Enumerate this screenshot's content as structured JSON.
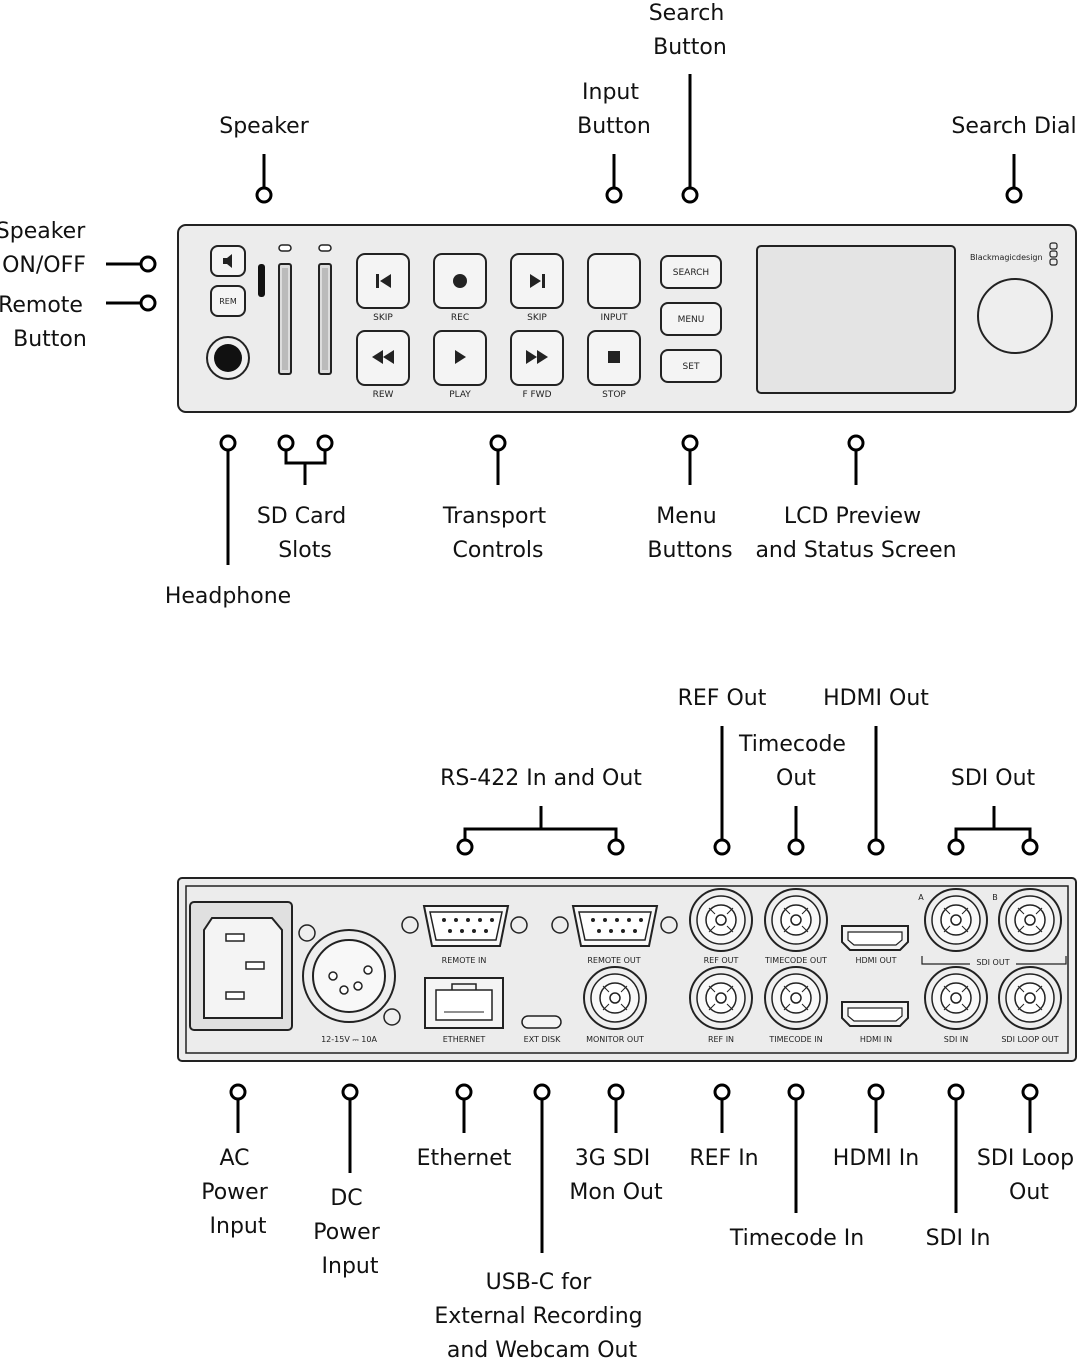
{
  "front": {
    "device": {
      "brand": "Blackmagicdesign",
      "buttons": {
        "speaker_icon": "speaker-icon",
        "rem": "REM",
        "skip_back": "SKIP",
        "rec": "REC",
        "skip_fwd": "SKIP",
        "input": "INPUT",
        "rew": "REW",
        "play": "PLAY",
        "ffwd": "F FWD",
        "stop": "STOP",
        "search": "SEARCH",
        "menu": "MENU",
        "set": "SET"
      }
    },
    "callouts": {
      "speaker_onoff": [
        "Speaker",
        "ON/OFF"
      ],
      "remote_button": [
        "Remote",
        "Button"
      ],
      "speaker": [
        "Speaker"
      ],
      "input_button": [
        "Input",
        "Button"
      ],
      "search_button": [
        "Search",
        "Button"
      ],
      "search_dial": [
        "Search Dial"
      ],
      "headphone": [
        "Headphone"
      ],
      "sd_card_slots": [
        "SD Card",
        "Slots"
      ],
      "transport_controls": [
        "Transport",
        "Controls"
      ],
      "menu_buttons": [
        "Menu",
        "Buttons"
      ],
      "lcd_preview": [
        "LCD Preview",
        "and Status Screen"
      ]
    }
  },
  "rear": {
    "device": {
      "power_rating": "12-15V ⎓ 10A",
      "remote_in": "REMOTE IN",
      "remote_out": "REMOTE OUT",
      "ethernet": "ETHERNET",
      "ext_disk": "EXT DISK",
      "monitor_out": "MONITOR OUT",
      "ref_out": "REF OUT",
      "timecode_out": "TIMECODE OUT",
      "hdmi_out": "HDMI OUT",
      "sdi_out": "SDI OUT",
      "sdi_out_a": "A",
      "sdi_out_b": "B",
      "ref_in": "REF IN",
      "timecode_in": "TIMECODE IN",
      "hdmi_in": "HDMI IN",
      "sdi_in": "SDI IN",
      "sdi_loop_out": "SDI LOOP OUT"
    },
    "callouts": {
      "rs422": [
        "RS-422 In and Out"
      ],
      "ref_out": [
        "REF Out"
      ],
      "timecode_out": [
        "Timecode",
        "Out"
      ],
      "hdmi_out": [
        "HDMI Out"
      ],
      "sdi_out": [
        "SDI Out"
      ],
      "ac_power": [
        "AC",
        "Power",
        "Input"
      ],
      "dc_power": [
        "DC",
        "Power",
        "Input"
      ],
      "ethernet": [
        "Ethernet"
      ],
      "usbc": [
        "USB-C for",
        "External Recording",
        "and Webcam Out"
      ],
      "mon_out": [
        "3G SDI",
        "Mon Out"
      ],
      "ref_in": [
        "REF In"
      ],
      "timecode_in": [
        "Timecode In"
      ],
      "hdmi_in": [
        "HDMI In"
      ],
      "sdi_in": [
        "SDI In"
      ],
      "sdi_loop": [
        "SDI Loop",
        "Out"
      ]
    }
  }
}
